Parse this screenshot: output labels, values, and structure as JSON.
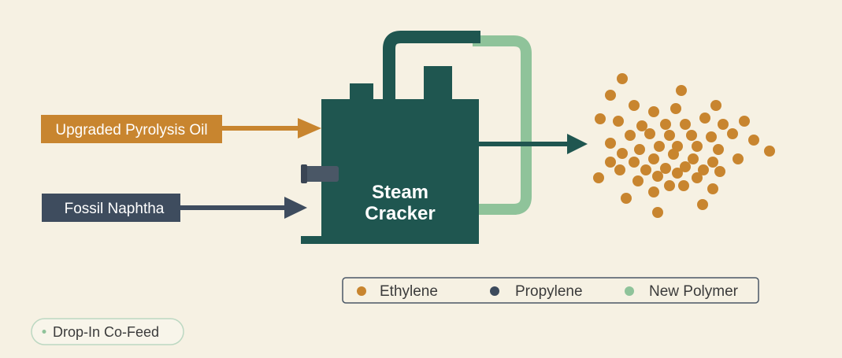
{
  "inputs": {
    "pyrolysis_oil": "Upgraded Pyrolysis Oil",
    "naphtha": "Fossil Naphtha"
  },
  "cracker": {
    "line1": "Steam",
    "line2": "Cracker"
  },
  "legend": {
    "items": [
      {
        "label": "Ethylene",
        "color": "#c8852f"
      },
      {
        "label": "Propylene",
        "color": "#3c4a5c"
      },
      {
        "label": "New Polymer",
        "color": "#8fc39a"
      }
    ]
  },
  "badge": {
    "label": "Drop-In Co-Feed"
  },
  "colors": {
    "background": "#f6f1e3",
    "cracker": "#1f5650",
    "pyrolysis": "#c8852f",
    "naphtha": "#3e4c5e",
    "recycle_loop": "#8fc39a",
    "product_dots": "#c8852f"
  }
}
